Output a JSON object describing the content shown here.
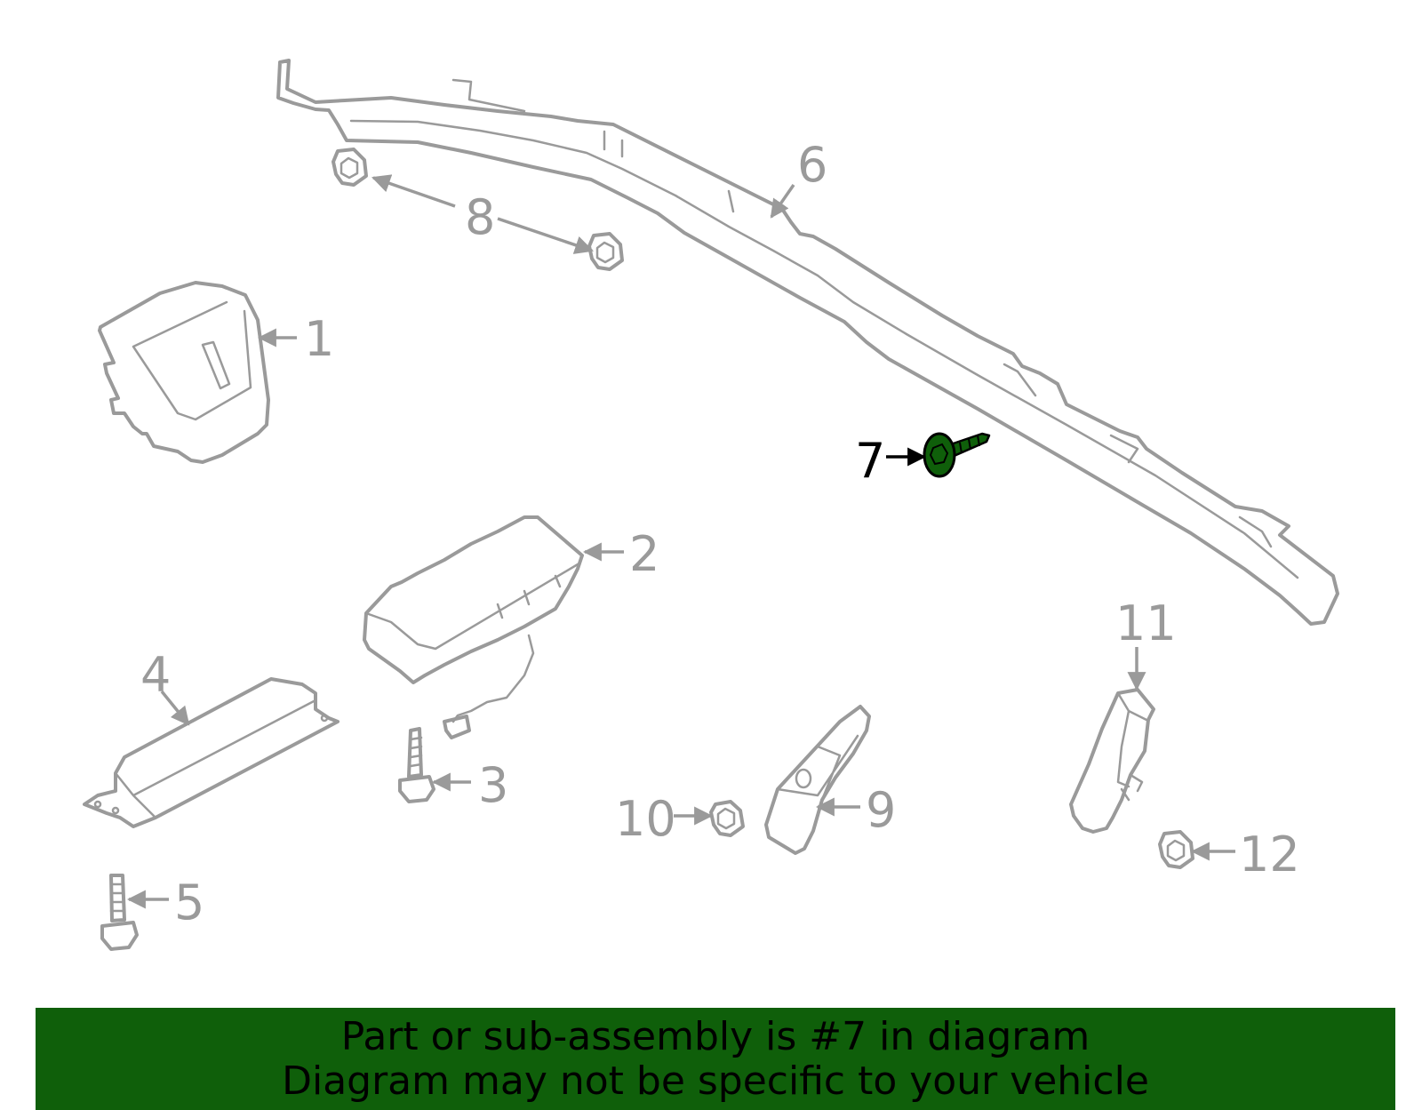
{
  "callouts": {
    "c1": "1",
    "c2": "2",
    "c3": "3",
    "c4": "4",
    "c5": "5",
    "c6": "6",
    "c7": "7",
    "c8": "8",
    "c9": "9",
    "c10": "10",
    "c11": "11",
    "c12": "12"
  },
  "highlight_color": "#0f5f0a",
  "part_color": "#9a9a9a",
  "banner": {
    "line1": "Part or sub-assembly is #7 in diagram",
    "line2": "Diagram may not be specific to your vehicle"
  }
}
